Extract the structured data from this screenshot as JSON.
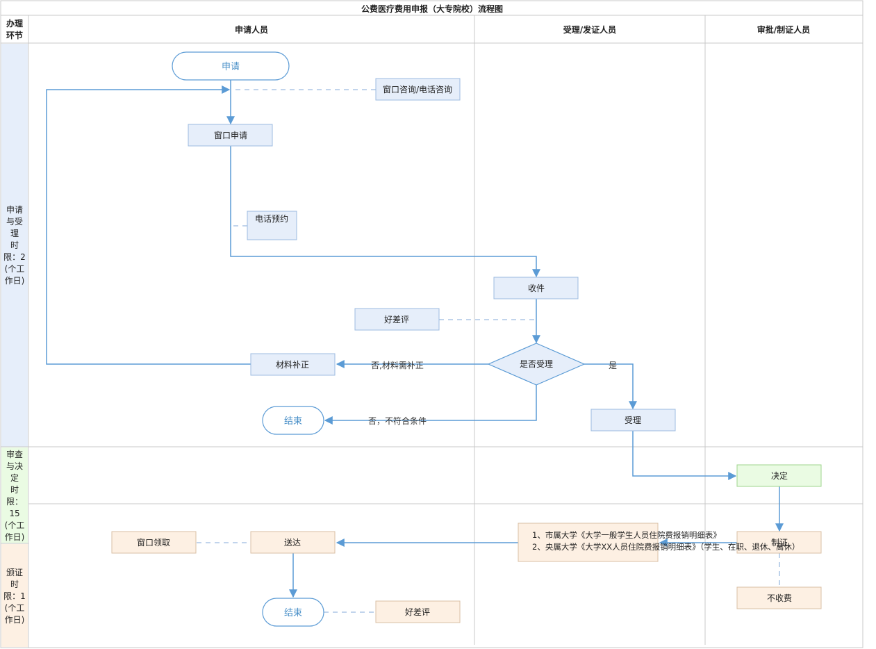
{
  "title": "公费医疗费用申报（大专院校）流程图",
  "header": {
    "stage_label": [
      "办理",
      "环节"
    ],
    "columns": [
      "申请人员",
      "受理/发证人员",
      "审批/制证人员"
    ]
  },
  "rows": [
    {
      "label": [
        "申请",
        "与受",
        "理",
        "时",
        "限：2",
        "(个工",
        "作日)"
      ]
    },
    {
      "label": [
        "审查",
        "与决",
        "定",
        "时",
        "限：",
        "15",
        "(个工",
        "作日)"
      ]
    },
    {
      "label": [
        "颁证",
        "时",
        "限：1",
        "(个工",
        "作日)"
      ]
    }
  ],
  "nodes": {
    "apply_start": "申请",
    "consult": "窗口咨询/电话咨询",
    "window_apply": "窗口申请",
    "phone_reservation": "电话预约",
    "receive": "收件",
    "rating_1": "好差评",
    "accept_decision": "是否受理",
    "supplement": "材料补正",
    "end_1": "结束",
    "accept": "受理",
    "decide": "决定",
    "certify": "制证",
    "no_fee": "不收费",
    "deliver": "送达",
    "window_pickup": "窗口领取",
    "end_2": "结束",
    "rating_2": "好差评"
  },
  "edge_labels": {
    "yes": "是",
    "no_supplement": "否,材料需补正",
    "no_ineligible": "否，不符合条件"
  },
  "certificate_note": [
    "1、市属大学《大学一般学生人员住院费报销明细表》",
    "2、央属大学《大学XX人员住院费报销明细表》（学生、在职、退休、离休）"
  ],
  "colors": {
    "line": "#5b9bd5",
    "border": "#c8c8c8",
    "blue_fill": "#e6eefa",
    "blue_stroke": "#9cbbe0",
    "green_fill": "#eafbe3",
    "green_stroke": "#9fd58c",
    "orange_fill": "#fdf0e3",
    "orange_stroke": "#d9bfa4",
    "row1_fill": "#e6eefa",
    "row2_fill": "#eafbe3",
    "row3_fill": "#fdf0e3",
    "terminal_text": "#4a90c8"
  }
}
